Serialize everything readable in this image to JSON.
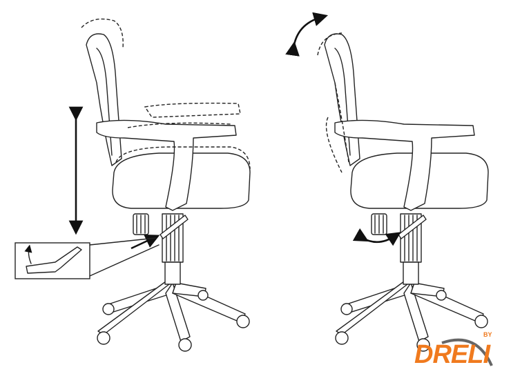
{
  "figure": {
    "panels": [
      {
        "id": "left",
        "shows": [
          "seat-height-adjust",
          "backrest-height-adjust",
          "armrest-height-adjust"
        ]
      },
      {
        "id": "right",
        "shows": [
          "backrest-tilt",
          "tension-knob-adjust"
        ]
      }
    ],
    "logo": {
      "text": "DRELI",
      "by": "BY",
      "color": "#f07a1e",
      "swoosh_color": "#666666"
    }
  }
}
